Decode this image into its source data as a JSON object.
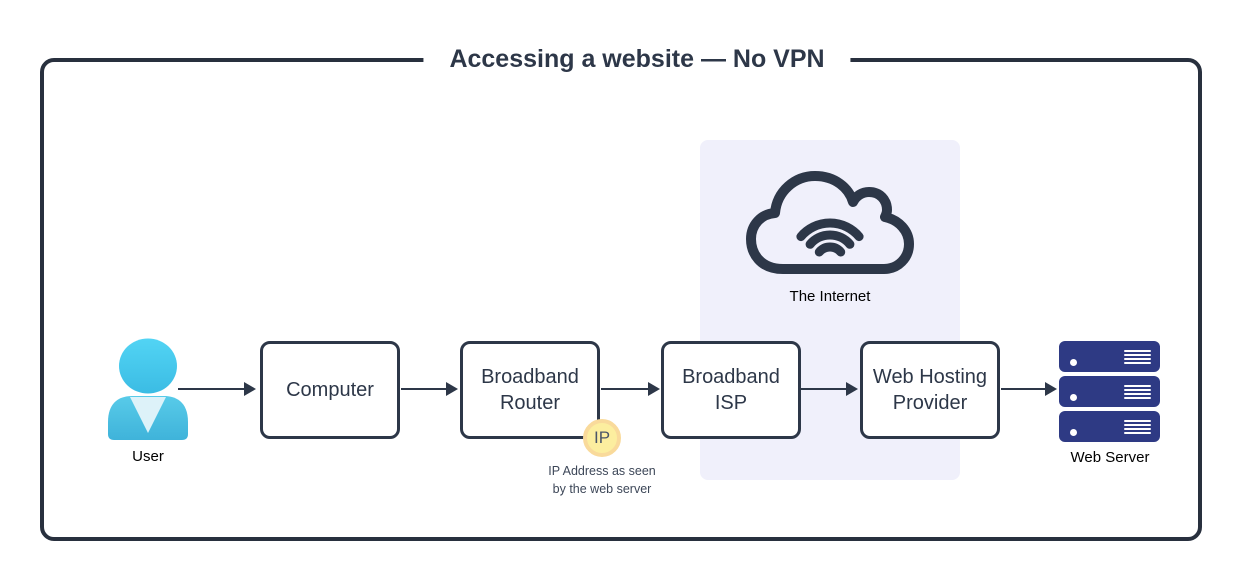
{
  "title": "Accessing a website — No VPN",
  "flow": {
    "user_label": "User",
    "boxes": [
      {
        "label": "Computer"
      },
      {
        "label": "Broadband Router"
      },
      {
        "label": "Broadband ISP"
      },
      {
        "label": "Web Hosting Provider"
      }
    ],
    "web_server_label": "Web Server"
  },
  "internet": {
    "label": "The Internet"
  },
  "ip_badge": {
    "label": "IP",
    "caption_line1": "IP Address as seen",
    "caption_line2": "by the web server"
  },
  "icons": {
    "user": "user-person-icon",
    "internet": "cloud-wifi-icon",
    "web_server": "server-stack-icon"
  },
  "colors": {
    "outline": "#2d3748",
    "frame_border": "#28303e",
    "internet_region_bg": "#f0f0fb",
    "server_navy": "#2e3a84",
    "ip_fill": "#fcee9f",
    "ip_ring": "#f9da9b",
    "user_cyan_light": "#52d2f2",
    "user_cyan_dark": "#3db6de",
    "collar": "#ddf2f9",
    "background": "#ffffff"
  }
}
